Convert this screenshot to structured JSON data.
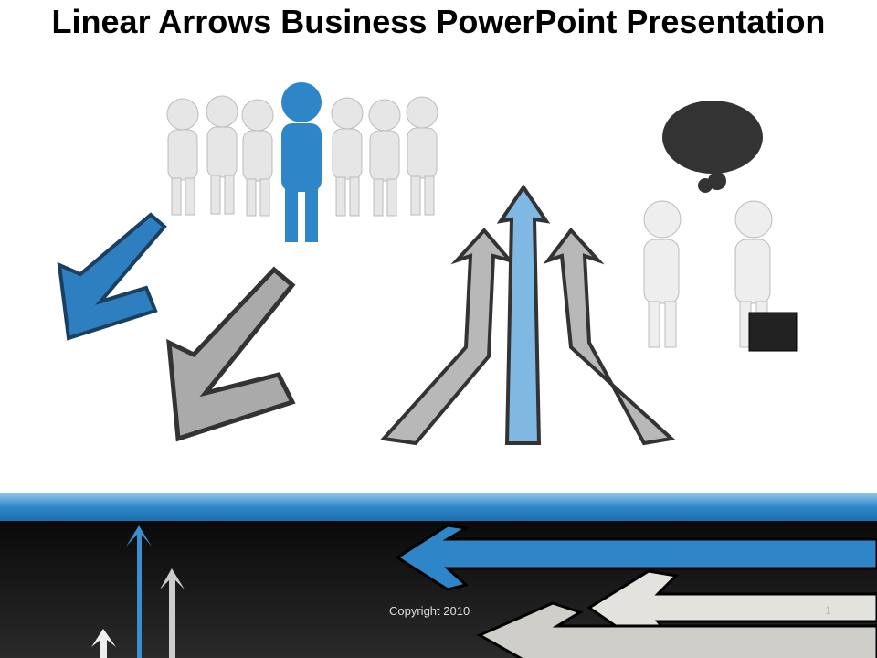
{
  "slide": {
    "title": "Linear Arrows Business PowerPoint Presentation",
    "footer_text": "Copyright 2010",
    "page_number": "1"
  },
  "colors": {
    "accent_blue": "#2e86c8",
    "footer_dark": "#1a1a1a",
    "arrow_gray": "#b8b8b8"
  }
}
